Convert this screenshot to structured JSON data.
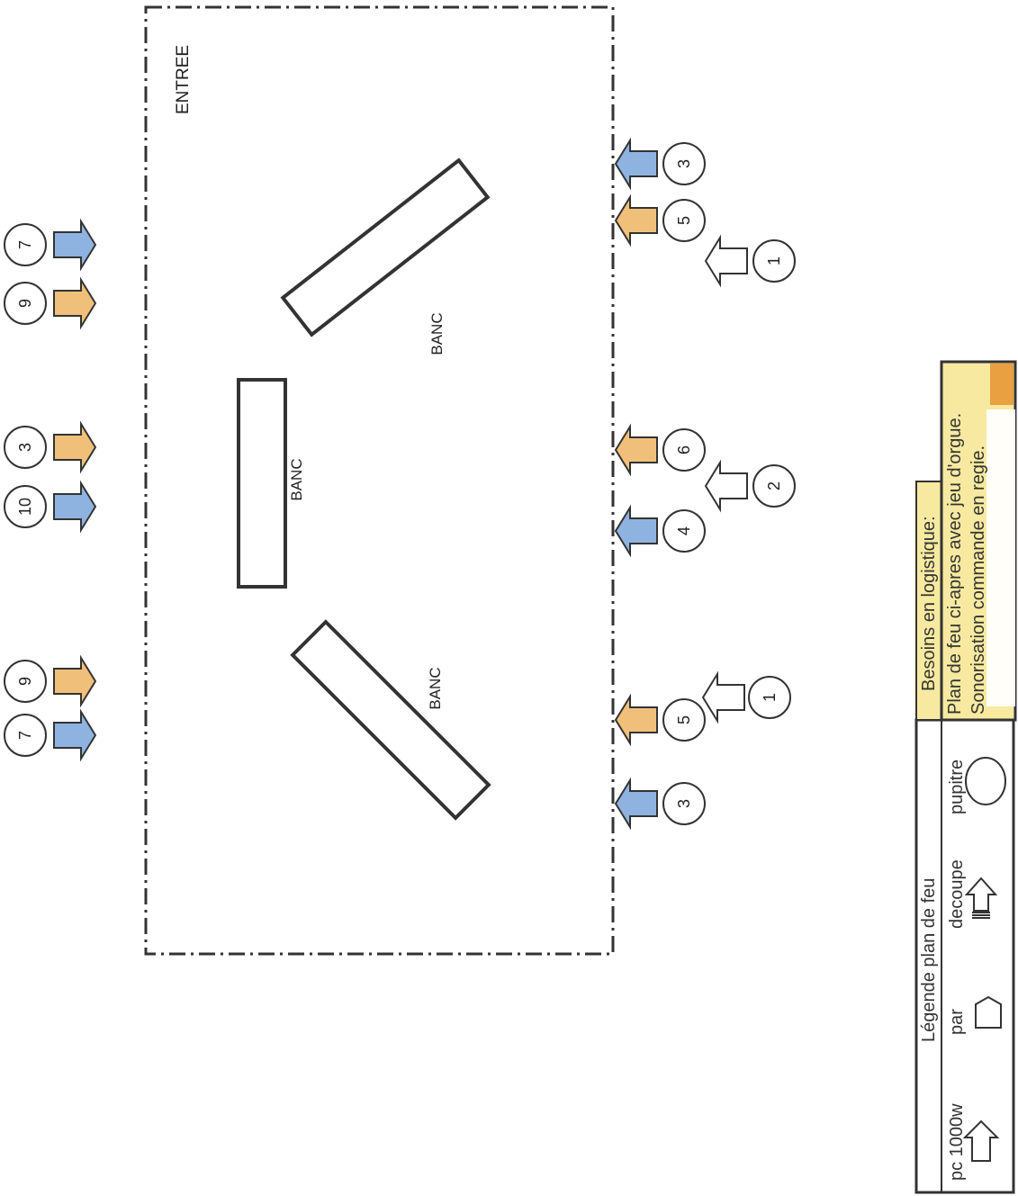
{
  "diagram": {
    "entrance_label": "ENTREE",
    "bench_labels": [
      "BANC",
      "BANC",
      "BANC"
    ],
    "lights": [
      {
        "num": "3",
        "type": "pc1000",
        "color": "#8fb3e0"
      },
      {
        "num": "5",
        "type": "pc1000",
        "color": "#f0c07a"
      },
      {
        "num": "1",
        "type": "decoupe",
        "color": "#ffffff"
      },
      {
        "num": "6",
        "type": "pc1000",
        "color": "#f0c07a"
      },
      {
        "num": "2",
        "type": "decoupe",
        "color": "#ffffff"
      },
      {
        "num": "4",
        "type": "pc1000",
        "color": "#8fb3e0"
      },
      {
        "num": "1",
        "type": "decoupe",
        "color": "#ffffff"
      },
      {
        "num": "5",
        "type": "pc1000",
        "color": "#f0c07a"
      },
      {
        "num": "3",
        "type": "pc1000",
        "color": "#8fb3e0"
      },
      {
        "num": "7",
        "type": "pc1000",
        "color": "#8fb3e0"
      },
      {
        "num": "9",
        "type": "pc1000",
        "color": "#f0c07a"
      },
      {
        "num": "10",
        "type": "pc1000",
        "color": "#8fb3e0"
      },
      {
        "num": "3",
        "type": "pc1000",
        "color": "#f0c07a"
      },
      {
        "num": "9",
        "type": "pc1000",
        "color": "#f0c07a"
      },
      {
        "num": "7",
        "type": "pc1000",
        "color": "#8fb3e0"
      }
    ]
  },
  "legend": {
    "title": "Légende plan de feu",
    "items": [
      {
        "label": "pc 1000w",
        "icon": "pc-arrow-icon"
      },
      {
        "label": "par",
        "icon": "par-icon"
      },
      {
        "label": "decoupe",
        "icon": "decoupe-icon"
      },
      {
        "label": "pupitre",
        "icon": "pupitre-icon"
      }
    ]
  },
  "logistics": {
    "title": "Besoins en logistique:",
    "lines": [
      "Plan de feu ci-apres avec jeu d'orgue.",
      "Sonorisation commande en regie."
    ],
    "fill_color": "#f7eaa0"
  },
  "colors": {
    "blue": "#8fb3e0",
    "orange": "#f0c07a",
    "line": "#333333"
  }
}
